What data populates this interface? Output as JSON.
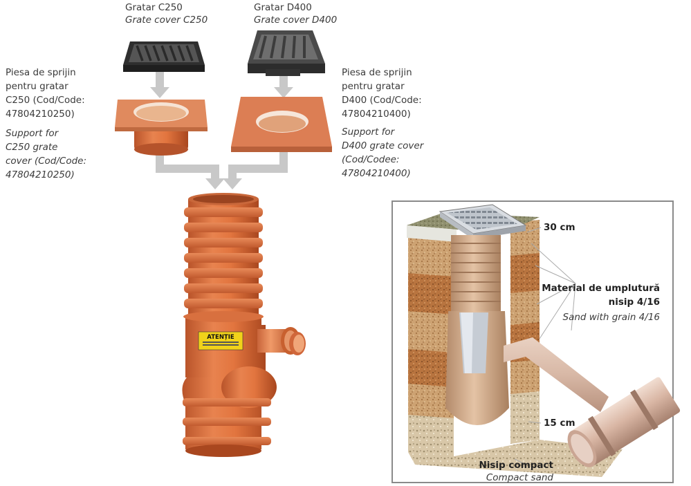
{
  "top_labels": {
    "c250_ro": "Gratar C250",
    "c250_en": "Grate cover C250",
    "d400_ro": "Gratar D400",
    "d400_en": "Grate cover D400"
  },
  "left_support": {
    "ro_1": "Piesa de sprijin",
    "ro_2": "pentru gratar",
    "ro_3": "C250 (Cod/Code:",
    "ro_4": "47804210250)",
    "en_1": "Support for",
    "en_2": "C250 grate",
    "en_3": "cover (Cod/Code:",
    "en_4": "47804210250)"
  },
  "right_support": {
    "ro_1": "Piesa de sprijin",
    "ro_2": "pentru gratar",
    "ro_3": "D400 (Cod/Code:",
    "ro_4": "47804210400)",
    "en_1": "Support for",
    "en_2": "D400 grate cover",
    "en_3": "(Cod/Codee:",
    "en_4": "47804210400)"
  },
  "chamber_sign": "ATENȚIE",
  "inset": {
    "depth_top": "30 cm",
    "fill_ro_1": "Material de umplutură",
    "fill_ro_2": "nisip 4/16",
    "fill_en": "Sand with grain 4/16",
    "depth_bottom": "15 cm",
    "base_ro": "Nisip compact",
    "base_en": "Compact sand"
  },
  "colors": {
    "pvc_orange": "#d9683a",
    "pvc_dark": "#b94e26",
    "arrow_gray": "#c8c8c8",
    "grate_dark": "#3a3a3a",
    "soil_tan": "#c89a6a",
    "soil_brown": "#b5703c"
  }
}
